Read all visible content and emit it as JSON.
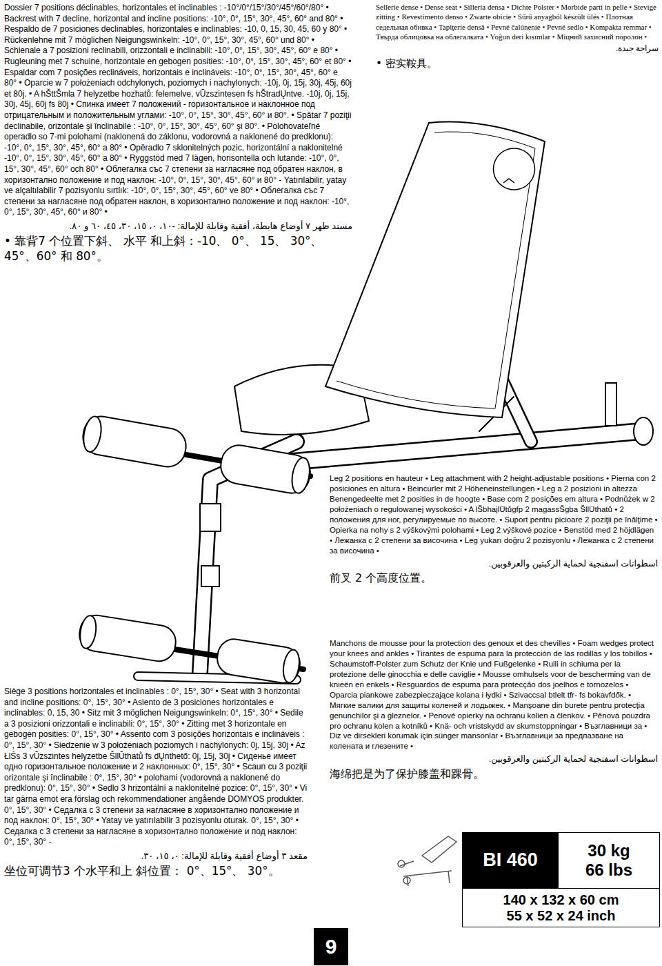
{
  "diagram": {
    "nodes": [
      {
        "text": [
          "BI 460"
        ]
      },
      {
        "text": [
          "30 kg",
          "66 lbs"
        ]
      },
      {
        "text": [
          "140 x 132 x 60 cm",
          "55 x 52 x 24 inch"
        ]
      },
      {
        "text": [
          "9"
        ]
      }
    ],
    "labels": [
      "Dossier 7 positions déclinables, horizontales et inclinables : -10°/0°/15°/30°/45°/60°/80° • Backrest with 7 decline, horizontal and incline positions: -10°, 0°, 15°, 30°, 45°, 60° and 80° • Respaldo de 7 posiciones declinables, horizontales e inclinables: -10, 0, 15, 30, 45, 60 y 80° • Rückenlehne mit 7 möglichen Neigungswinkeln: -10°, 0°, 15°, 30°, 45°, 60° und 80° • Schienale a 7 posizioni reclinabili, orizzontali e inclinabili: -10°, 0°, 15°, 30°, 45°, 60° e 80° • Rugleuning met 7 schuine, horizontale en gebogen posities: -10°, 0°, 15°, 30°, 45°, 60° et 80° • Espaldar com 7 posições reclináveis, horizontais e inclináveis: -10°, 0°, 15°, 30°, 45°, 60° e 80° • Oparcie w 7 położeniach odchylonych, poziomych i nachylonych: -10j, 0j, 15j, 30j, 45j, 60j et 80j. • A hŠttŠmla 7 helyzetbe hozhatů: felemelve, vŪzszintesen fs hŠtradŲntve. -10j, 0j, 15j, 30j, 45j, 60j fs 80j • Спинка имеет 7 положений - горизонтальное и наклонное под отрицательным и положительным углами: -10°, 0°, 15°, 30°, 45°, 60° и 80°. • Spătar 7 poziţii declinabile, orizontale şi înclinabile : -10°, 0°, 15°, 30°, 45°, 60° şi 80°. • Polohovateľné operadlo so 7-mi polohami (naklonená do záklonu, vodorovná a naklonené do predklonu): -10°, 0°, 15°, 30°, 45°, 60° a 80° • Opěradlo 7 sklonitelných pozic, horizontální a naklonitelné -10°, 0°, 15°, 30°, 45°, 60° a 80° • Ryggstöd med 7 lägen, horisontella och lutande: -10°, 0°, 15°, 30°, 45°, 60° och 80° • Облегалка със 7 степени за нагласяне под обратен наклон, в хоризонтално положение и под наклон: -10°, 0°, 15°, 30°, 45°, 60° и 80° - Yatırılabilir, yatay ve alçaltılabilir 7 pozisyonlu sırtlık: -10°, 0°, 15°, 30°, 45°, 60° ve 80° • Облегалка със 7 степени за нагласяне под обратен наклон, в хоризонтално положение и под наклон: -10°, 0°, 15°, 30°, 45°, 60° и 80° •",
      "مسند ظهر ٧ أوضاع هابطة، أفقية وقابلة للإمالة: -١٠، ٠، ١٥، ٣٠، ٤٥، ٦٠ و ٨٠.",
      "• 靠背7 个位置下斜、 水平 和上斜：-10、 0°、 15、 30°、 45°、60° 和 80°。",
      "Sellerie dense • Dense seat • Sillería densa • Dichte Polster • Morbide parti in pelle • Stevige zitting • Revestimento denso • Zwarte obicie • Sűrű anyagból készült ülés • Плотная седельная обивка • Tapiţerie densă • Pevné čalúnenie • Pevné sedlo • Kompakta remmar • Твърда облицовка на облегалката • Yoğun deri kısımlar • Міцний захисний поролон •",
      "سراجة جيدة.",
      "• 密实鞍具。",
      "Leg 2 positions en hauteur • Leg attachment with 2 height-adjustable positions • Pierna con 2 posiciones en altura • Beincurler mit 2 Höheneinstellungen • Leg a 2 posizioni in altezza Benengedeelte met 2 posities in de hoogte • Base com 2 posições em altura • Podnůżek w 2 położeniach o regulowanej wysokości • A lŠbhajlŪtůgfp 2 magassŠgba ŠllŪthatů • 2 положения для ног, регулируемые по высоте. • Suport pentru picioare 2 poziţii pe înălţime • Opierka na nohy s 2 výškovými polohami • Leg 2 výškové pozice • Benstöd med 2 höjdlägen • Лежанка с 2 степени за височина • Leg yukarı doğru 2 pozisyonlu • Лежанка с 2 степени за височина •",
      "اسطوانات اسفنجية لحماية الركبتين والعرقوبين.",
      "前叉 2 个高度位置。",
      "Manchons de mousse pour la protection des genoux et des chevilles • Foam wedges protect your knees and ankles • Tirantes de espuma para la protección de las rodillas y los tobillos • Schaumstoff-Polster zum Schutz der Knie und Fußgelenke • Rulli in schiuma per la protezione delle ginocchia e delle caviglie • Mousse omhulsels voor de bescherming van de knieën en enkels • Resguardos de espuma para protecção dos joelhos e tornozelos • Oparcia piankowe zabezpieczające kolana i łydki • Szivaccsal btlelt tfr- fs bokavfdők. • Мягкие валики для защиты коленей и лодыжек. • Manşoane din burete pentru protecţia genunchilor şi a gleznelor. • Penové opierky na ochranu kolien a členkov. • Pěnová pouzdra pro ochranu kolen a kotníků • Knä- och vristskydd av skumstoppningar • Възглавници за • Diz ve dirsekleri korumak için sünger mansonlar • Възглавници за предпазване на колената и глезените •",
      "اسطوانات اسفنجية لحماية الركبتين والعرقوبين.",
      "海绵把是为了保护膝盖和踝骨。",
      "Siège 3 positions horizontales et inclinables : 0°, 15°, 30° • Seat with 3 horizontal and incline positions: 0°, 15°, 30° • Asiento de 3 posiciones horizontales e inclinables: 0, 15, 30 • Sitz mit 3 möglichen Neigungswinkeln: 0°, 15°, 30° • Sedile a 3 posizioni orizzontali e inclinabili: 0°, 15°, 30° • Zitting met 3 horizontale en gebogen posities: 0°, 15°, 30° • Assento com 3 posições horizontais e inclináveis : 0°, 15°, 30° • Siedzenie w 3 położeniach poziomych i nachylonych: 0j, 15j, 30j • Az ŁlŚs 3 vŪzszintes helyzetbe ŠllŪthatů fs dŲnthető: 0j, 15j, 30j • Сиденье имеет одно горизонтальное положение и 2 наклонных: 0°, 15°, 30° • Scaun cu 3 poziţii orizontale şi înclinabile : 0°, 15°, 30° • polohami (vodorovná a naklonené do predklonu): 0°, 15°, 30° • Sedlo 3 hrizontální a naklonitelné pozice: 0°, 15°, 30° • Vi tar gärna emot era förslag och rekommendationer angående DOMYOS produkter. 0°, 15°, 30° • Седалка с 3 степени за нагласяне в хоризонтално положение и под наклон: 0°, 15°, 30° • Yatay ve yatırılabilir 3 pozisyonlu oturak. 0°, 15°, 30° • Седалка с 3 степени за нагласяне в хоризонтално положение и под наклон: 0°, 15°, 30° -",
      "مقعد ٣ أوضاع أفقية وقابلة للإمالة: ٠، ١٥، ٣٠.",
      "坐位可调节3 个水平和上 斜位置： 0°、15°、 30°。"
    ]
  }
}
